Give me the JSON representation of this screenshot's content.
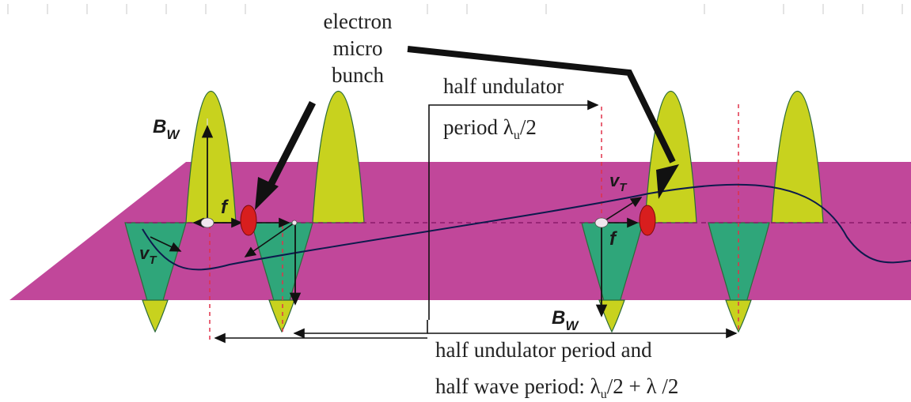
{
  "labels": {
    "electron_line1": "electron",
    "electron_line2": "micro",
    "electron_line3": "bunch",
    "half_und_line1": "half undulator",
    "half_und_period": "period λ",
    "half_und_sub": "u",
    "half_und_frac": "/2",
    "bottom_line1": "half undulator period and",
    "bottom_line2_a": "half wave period: λ",
    "bottom_line2_sub": "u",
    "bottom_line2_b": "/2 + λ /2",
    "bw_left": "B",
    "bw_left_sub": "W",
    "bw_right": "B",
    "bw_right_sub": "W",
    "f_left": "f",
    "f_right": "f",
    "vt_left": "v",
    "vt_left_sub": "T",
    "vt_right": "v",
    "vt_right_sub": "T"
  },
  "colors": {
    "plane": "#c1479a",
    "upper_lobe": "#c8d21e",
    "lower_lobe": "#2fa67a",
    "bunch": "#d81e1e",
    "dashed_red": "#e0324a",
    "dashed_axis": "#8a1a6a",
    "arrow": "#111111"
  },
  "icons": [
    "thick-pointer-arrow",
    "thick-pointer-arrow"
  ]
}
